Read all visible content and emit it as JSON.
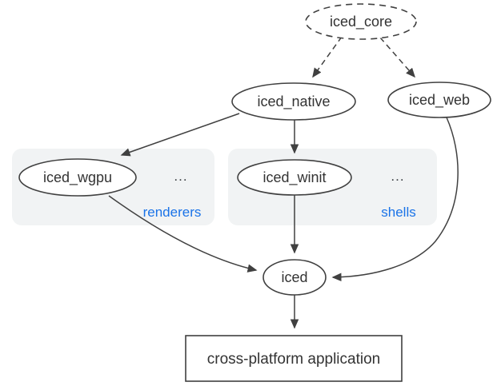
{
  "diagram": {
    "nodes": {
      "iced_core": {
        "label": "iced_core",
        "shape": "dashed-ellipse"
      },
      "iced_native": {
        "label": "iced_native",
        "shape": "ellipse"
      },
      "iced_web": {
        "label": "iced_web",
        "shape": "ellipse"
      },
      "iced_wgpu": {
        "label": "iced_wgpu",
        "shape": "ellipse"
      },
      "iced_winit": {
        "label": "iced_winit",
        "shape": "ellipse"
      },
      "iced": {
        "label": "iced",
        "shape": "ellipse"
      },
      "app": {
        "label": "cross-platform application",
        "shape": "rectangle"
      }
    },
    "groups": {
      "renderers": {
        "label": "renderers",
        "ellipsis": "..."
      },
      "shells": {
        "label": "shells",
        "ellipsis": "..."
      }
    },
    "edges": [
      {
        "from": "iced_core",
        "to": "iced_native",
        "style": "dashed"
      },
      {
        "from": "iced_core",
        "to": "iced_web",
        "style": "dashed"
      },
      {
        "from": "iced_native",
        "to": "iced_wgpu",
        "style": "solid"
      },
      {
        "from": "iced_native",
        "to": "iced_winit",
        "style": "solid"
      },
      {
        "from": "iced_wgpu",
        "to": "iced",
        "style": "solid"
      },
      {
        "from": "iced_winit",
        "to": "iced",
        "style": "solid"
      },
      {
        "from": "iced_web",
        "to": "iced",
        "style": "solid"
      },
      {
        "from": "iced",
        "to": "app",
        "style": "solid"
      }
    ],
    "colors": {
      "stroke": "#404040",
      "text": "#333333",
      "group_fill": "#f1f3f4",
      "group_label": "#1a73e8",
      "background": "#ffffff"
    }
  }
}
